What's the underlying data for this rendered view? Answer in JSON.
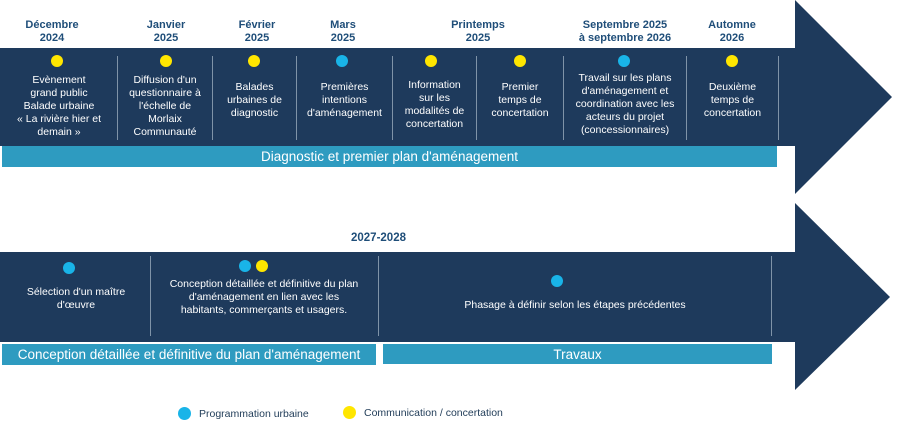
{
  "top_row": {
    "dates": [
      "Décembre\n2024",
      "Janvier\n2025",
      "Février\n2025",
      "Mars\n2025",
      "Printemps\n2025",
      "Septembre 2025\nà septembre 2026",
      "Automne\n2026"
    ],
    "segments": [
      "Evènement\ngrand public\nBalade urbaine\n« La rivière hier et\ndemain »",
      "Diffusion d'un\nquestionnaire à\nl'échelle de\nMorlaix\nCommunauté",
      "Balades\nurbaines de\ndiagnostic",
      "Premières\nintentions\nd'aménagement",
      "Information\nsur les\nmodalités de\nconcertation",
      "Premier\ntemps de\nconcertation",
      "Travail sur les plans\nd'aménagement et\ncoordination avec les\nacteurs du projet\n(concessionnaires)",
      "Deuxième\ntemps de\nconcertation"
    ],
    "dots": [
      "yellow",
      "yellow",
      "yellow",
      "blue",
      "yellow",
      "yellow",
      "blue",
      "yellow"
    ],
    "band_label": "Diagnostic et premier plan d'aménagement"
  },
  "bottom_row": {
    "date": "2027-2028",
    "segments": [
      "Sélection d'un maître\nd'œuvre",
      "Conception détaillée et définitive du plan\nd'aménagement en lien avec les\nhabitants, commerçants et usagers.",
      "Phasage à définir selon les étapes précédentes"
    ],
    "band_left": "Conception détaillée et définitive du plan d'aménagement",
    "band_right": "Travaux"
  },
  "legend": {
    "blue_label": "Programmation urbaine",
    "yellow_label": "Communication / concertation"
  },
  "colors": {
    "arrow": "#1e3a5c",
    "band": "#2e9bc0",
    "blue": "#19b4e8",
    "yellow": "#ffe600"
  }
}
